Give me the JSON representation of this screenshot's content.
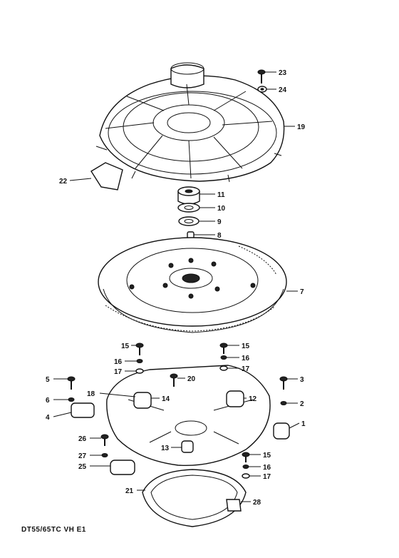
{
  "caption": "DT55/65TC VH E1",
  "callouts": {
    "c1": "1",
    "c2": "2",
    "c3": "3",
    "c4": "4",
    "c5": "5",
    "c6": "6",
    "c7": "7",
    "c8": "8",
    "c9": "9",
    "c10": "10",
    "c11": "11",
    "c12": "12",
    "c13": "13",
    "c14": "14",
    "c15a": "15",
    "c15b": "15",
    "c15c": "15",
    "c16a": "16",
    "c16b": "16",
    "c16c": "16",
    "c17a": "17",
    "c17b": "17",
    "c17c": "17",
    "c18": "18",
    "c19": "19",
    "c20": "20",
    "c21": "21",
    "c22": "22",
    "c23": "23",
    "c24": "24",
    "c25": "25",
    "c26": "26",
    "c27": "27",
    "c28": "28"
  }
}
